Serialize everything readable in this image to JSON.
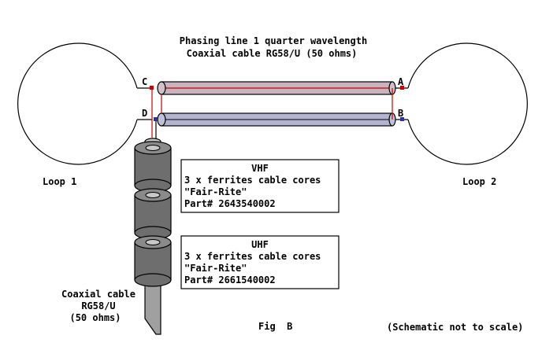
{
  "title": {
    "line1": "Phasing line 1 quarter wavelength",
    "line2": "Coaxial cable RG58/U (50 ohms)"
  },
  "loops": {
    "loop1": "Loop 1",
    "loop2": "Loop 2"
  },
  "terminals": {
    "a": "A",
    "b": "B",
    "c": "C",
    "d": "D"
  },
  "vhf_box": {
    "heading": "VHF",
    "line1": "3 x ferrites cable cores",
    "line2": "\"Fair-Rite\"",
    "line3": "Part# 2643540002"
  },
  "uhf_box": {
    "heading": "UHF",
    "line1": "3 x ferrites cable cores",
    "line2": "\"Fair-Rite\"",
    "line3": "Part# 2661540002"
  },
  "feed_cable": {
    "line1": "Coaxial cable",
    "line2": "RG58/U",
    "line3": "(50 ohms)"
  },
  "fig_label": "Fig  B",
  "note": "(Schematic not to scale)",
  "colors": {
    "outline": "#000000",
    "conductor_red": "#cc0000",
    "upper_coax": "#c8b4be",
    "lower_coax": "#b4b4d0",
    "ferrite": "#6e6e6e",
    "coax_gray": "#a0a0a0"
  }
}
